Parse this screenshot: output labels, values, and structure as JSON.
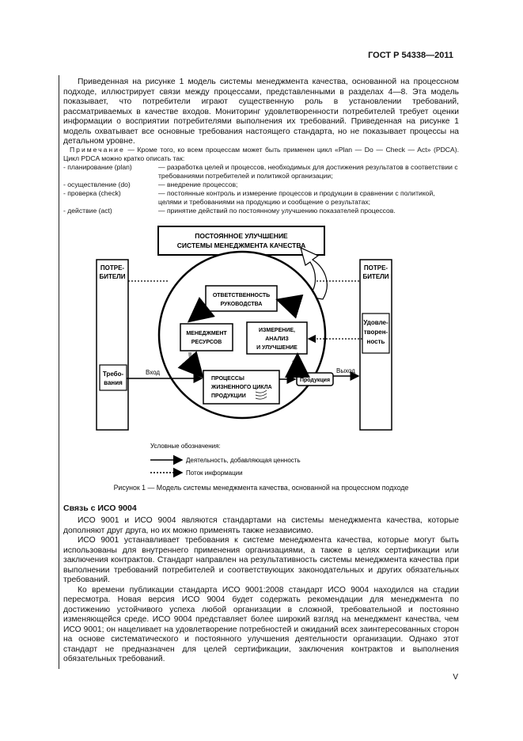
{
  "header": {
    "standard": "ГОСТ Р 54338—2011"
  },
  "intro": [
    "Приведенная на рисунке 1 модель системы менеджмента качества, основанной на процессном подходе, иллюстрирует связи между процессами, представленными в разделах 4—8. Эта модель показывает, что потребители играют существенную роль в установлении требований, рассматриваемых в качестве входов. Мониторинг удовлетворенности потребителей требует оценки информации о восприятии потребителями выполнения их требований. Приведенная на рисунке 1 модель охватывает все основные требования настоящего стандарта, но не показывает процессы на детальном уровне."
  ],
  "note": {
    "label": "Примечание",
    "text": "— Кроме того, ко всем процессам может быть применен цикл «Plan — Do — Check — Act» (PDCA). Цикл PDCA можно кратко описать так:",
    "items": [
      {
        "term": "- планирование (plan)",
        "desc": "— разработка целей и процессов, необходимых для достижения результатов в соответствии с требованиями потребителей и политикой организации;"
      },
      {
        "term": "- осуществление (do)",
        "desc": "— внедрение процессов;"
      },
      {
        "term": "- проверка (check)",
        "desc": "— постоянные контроль и измерение процессов и продукции в сравнении с политикой, целями и требованиями на продукцию и сообщение о результатах;"
      },
      {
        "term": "- действие (act)",
        "desc": "— принятие действий по постоянному улучшению показателей процессов."
      }
    ]
  },
  "diagram": {
    "top_box": [
      "ПОСТОЯННОЕ УЛУЧШЕНИЕ",
      "СИСТЕМЫ МЕНЕДЖМЕНТА КАЧЕСТВА"
    ],
    "left_col": [
      "ПОТРЕ-",
      "БИТЕЛИ"
    ],
    "right_col": [
      "ПОТРЕ-",
      "БИТЕЛИ"
    ],
    "requirements": [
      "Требо-",
      "вания"
    ],
    "satisfaction": [
      "Удовле-",
      "творен-",
      "ность"
    ],
    "responsibility": [
      "ОТВЕТСТВЕННОСТЬ",
      "РУКОВОДСТВА"
    ],
    "resources": [
      "МЕНЕДЖМЕНТ",
      "РЕСУРСОВ"
    ],
    "measurement": [
      "ИЗМЕРЕНИЕ,",
      "АНАЛИЗ",
      "И УЛУЧШЕНИЕ"
    ],
    "processes": [
      "ПРОЦЕССЫ",
      "ЖИЗНЕННОГО ЦИКЛА",
      "ПРОДУКЦИИ"
    ],
    "product": "Продукция",
    "input": "Вход",
    "output": "Выход",
    "legend_title": "Условные обозначения:",
    "legend_value": "Деятельность, добавляющая ценность",
    "legend_info": "Поток информации"
  },
  "caption": "Рисунок 1 — Модель системы менеджмента качества, основанной на процессном подходе",
  "section_title": "Связь с ИСО 9004",
  "body": [
    "ИСО 9001 и ИСО 9004 являются стандартами на системы менеджмента качества, которые дополняют друг друга, но их можно применять также независимо.",
    "ИСО 9001 устанавливает требования к системе менеджмента качества, которые могут быть использованы для внутреннего применения организациями, а также в целях сертификации или заключения контрактов. Стандарт направлен на результативность системы менеджмента качества при выполнении требований потребителей и соответствующих законодательных и других обязательных требований.",
    "Ко времени публикации стандарта ИСО 9001:2008 стандарт ИСО 9004 находился на стадии пересмотра. Новая версия ИСО 9004 будет содержать рекомендации для менеджмента по достижению устойчивого успеха любой организации в сложной, требовательной и постоянно изменяющейся среде. ИСО 9004 представляет более широкий взгляд на менеджмент качества, чем ИСО 9001; он нацеливает на удовлетворение потребностей и ожиданий всех заинтересованных сторон на основе систематического и постоянного улучшения деятельности организации. Однако этот стандарт не предназначен для целей сертификации, заключения контрактов и выполнения обязательных требований."
  ],
  "page_number": "V"
}
